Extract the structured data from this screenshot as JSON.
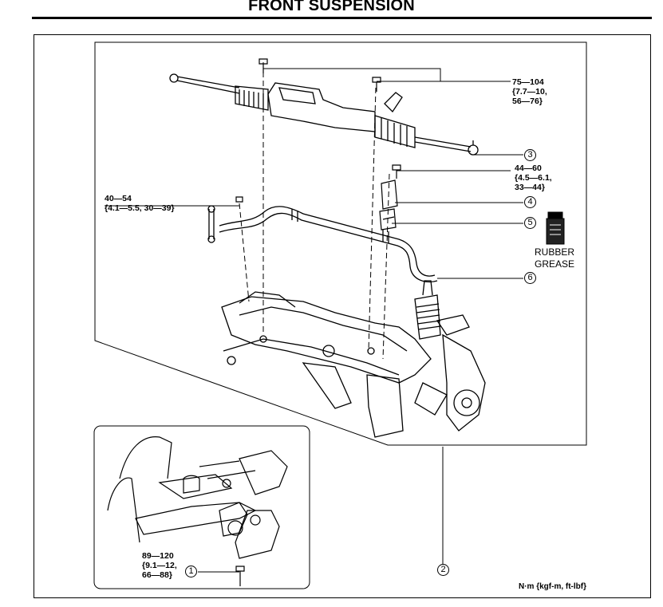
{
  "title": "FRONT SUSPENSION",
  "torques": {
    "steering_bolt": [
      "75—104",
      "{7.7—10,",
      "56—76}"
    ],
    "stabilizer_bracket": [
      "44—60",
      "{4.5—6.1,",
      "33—44}"
    ],
    "stabilizer_link": [
      "40—54",
      "{4.1—5.5, 30—39}"
    ],
    "crossmember_bolt": [
      "89—120",
      "{9.1—12,",
      "66—88}"
    ]
  },
  "callouts": [
    "1",
    "2",
    "3",
    "4",
    "5",
    "6"
  ],
  "grease": [
    "RUBBER",
    "GREASE"
  ],
  "units": "N·m {kgf-m, ft-lbf}"
}
